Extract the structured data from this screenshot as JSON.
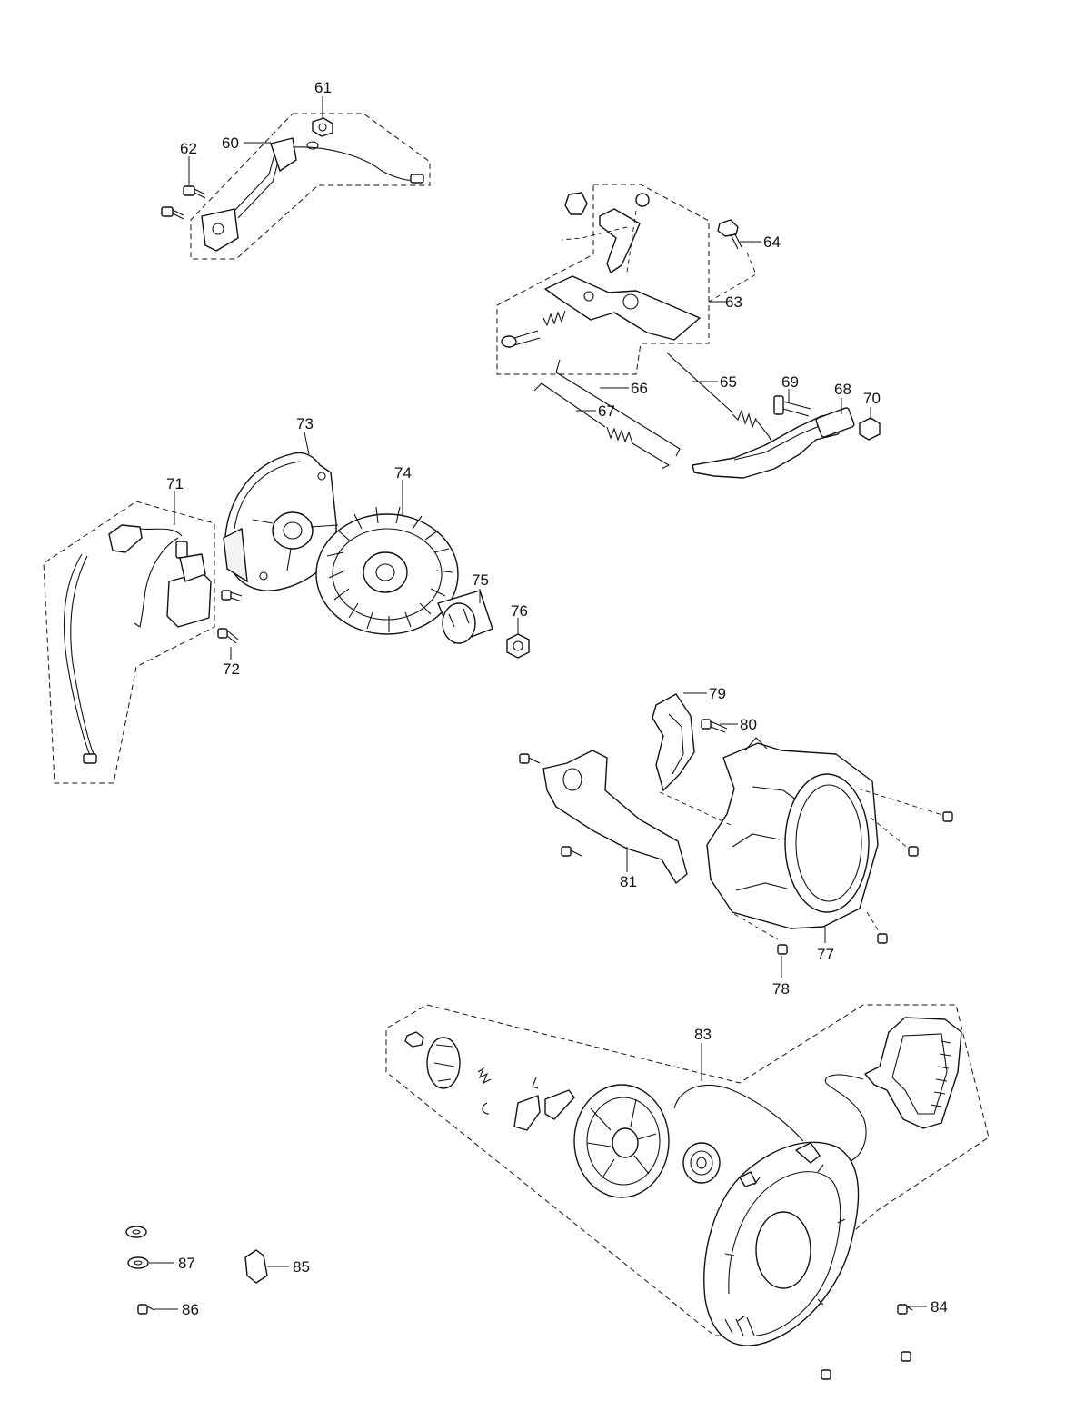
{
  "diagram": {
    "callouts": {
      "c60": "60",
      "c61": "61",
      "c62": "62",
      "c63": "63",
      "c64": "64",
      "c65": "65",
      "c66": "66",
      "c67": "67",
      "c68": "68",
      "c69": "69",
      "c70": "70",
      "c71": "71",
      "c72": "72",
      "c73": "73",
      "c74": "74",
      "c75": "75",
      "c76": "76",
      "c77": "77",
      "c78": "78",
      "c79": "79",
      "c80": "80",
      "c81": "81",
      "c83": "83",
      "c84": "84",
      "c85": "85",
      "c86": "86",
      "c87": "87"
    }
  }
}
